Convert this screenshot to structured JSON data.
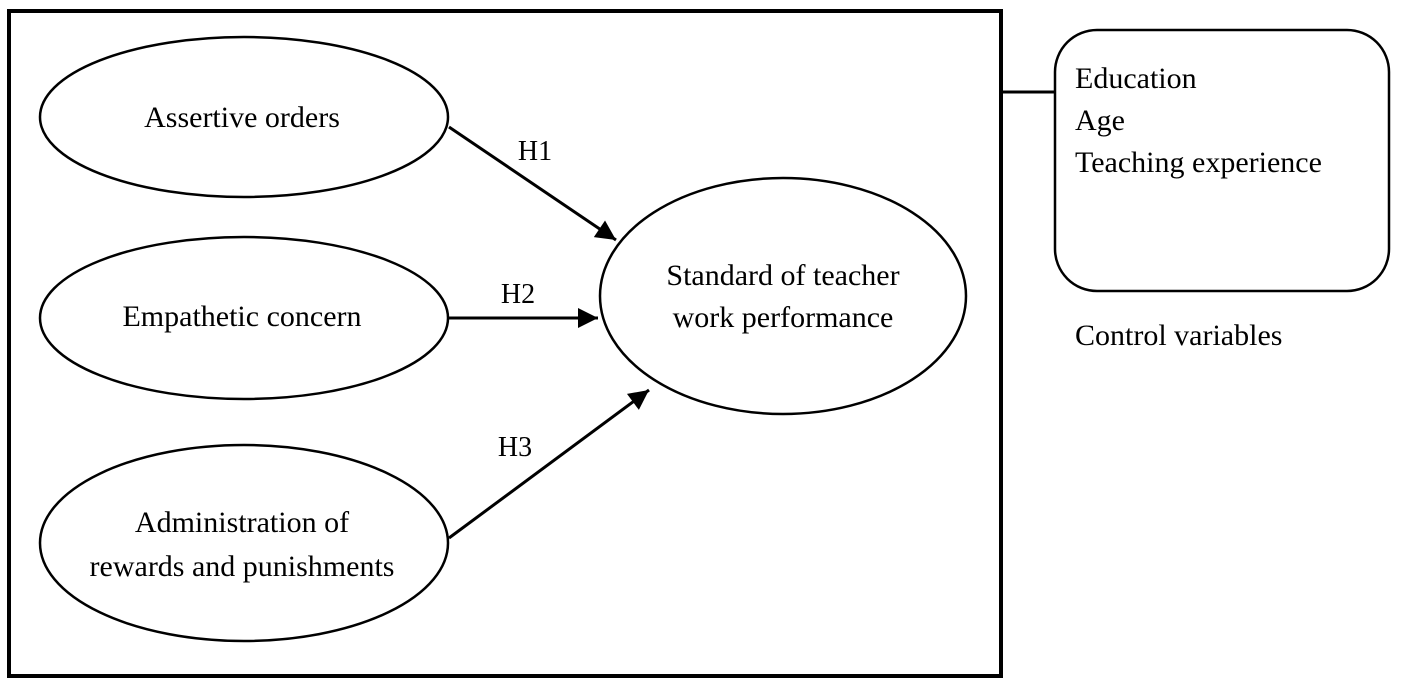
{
  "nodes": {
    "assertive": {
      "label": "Assertive orders"
    },
    "empathetic": {
      "label": "Empathetic concern"
    },
    "administration": {
      "line1": "Administration of",
      "line2": "rewards and punishments"
    },
    "outcome": {
      "line1": "Standard of teacher",
      "line2": "work performance"
    }
  },
  "edges": {
    "h1": {
      "label": "H1"
    },
    "h2": {
      "label": "H2"
    },
    "h3": {
      "label": "H3"
    }
  },
  "controls": {
    "items": [
      "Education",
      "Age",
      "Teaching experience"
    ],
    "caption": "Control variables"
  }
}
